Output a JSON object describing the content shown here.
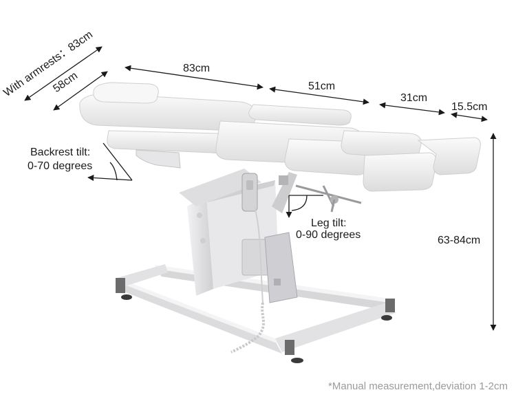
{
  "labels": {
    "with_armrests": "With armrests：83cm",
    "width_58": "58cm",
    "len_83": "83cm",
    "len_51": "51cm",
    "len_31": "31cm",
    "len_15_5": "15.5cm",
    "backrest_tilt_line1": "Backrest tilt:",
    "backrest_tilt_line2": "0-70 degrees",
    "leg_tilt_line1": "Leg tilt:",
    "leg_tilt_line2": "0-90 degrees",
    "height": "63-84cm"
  },
  "footnote": "*Manual measurement,deviation 1-2cm",
  "colors": {
    "upholstery": "#f3f3f3",
    "upholstery_shadow": "#d9d9d9",
    "frame": "#e9e9ea",
    "frame_shadow": "#c8c8ca",
    "foot": "#5a5a5a",
    "line": "#1a1a1a",
    "note": "#9a9a9a"
  }
}
